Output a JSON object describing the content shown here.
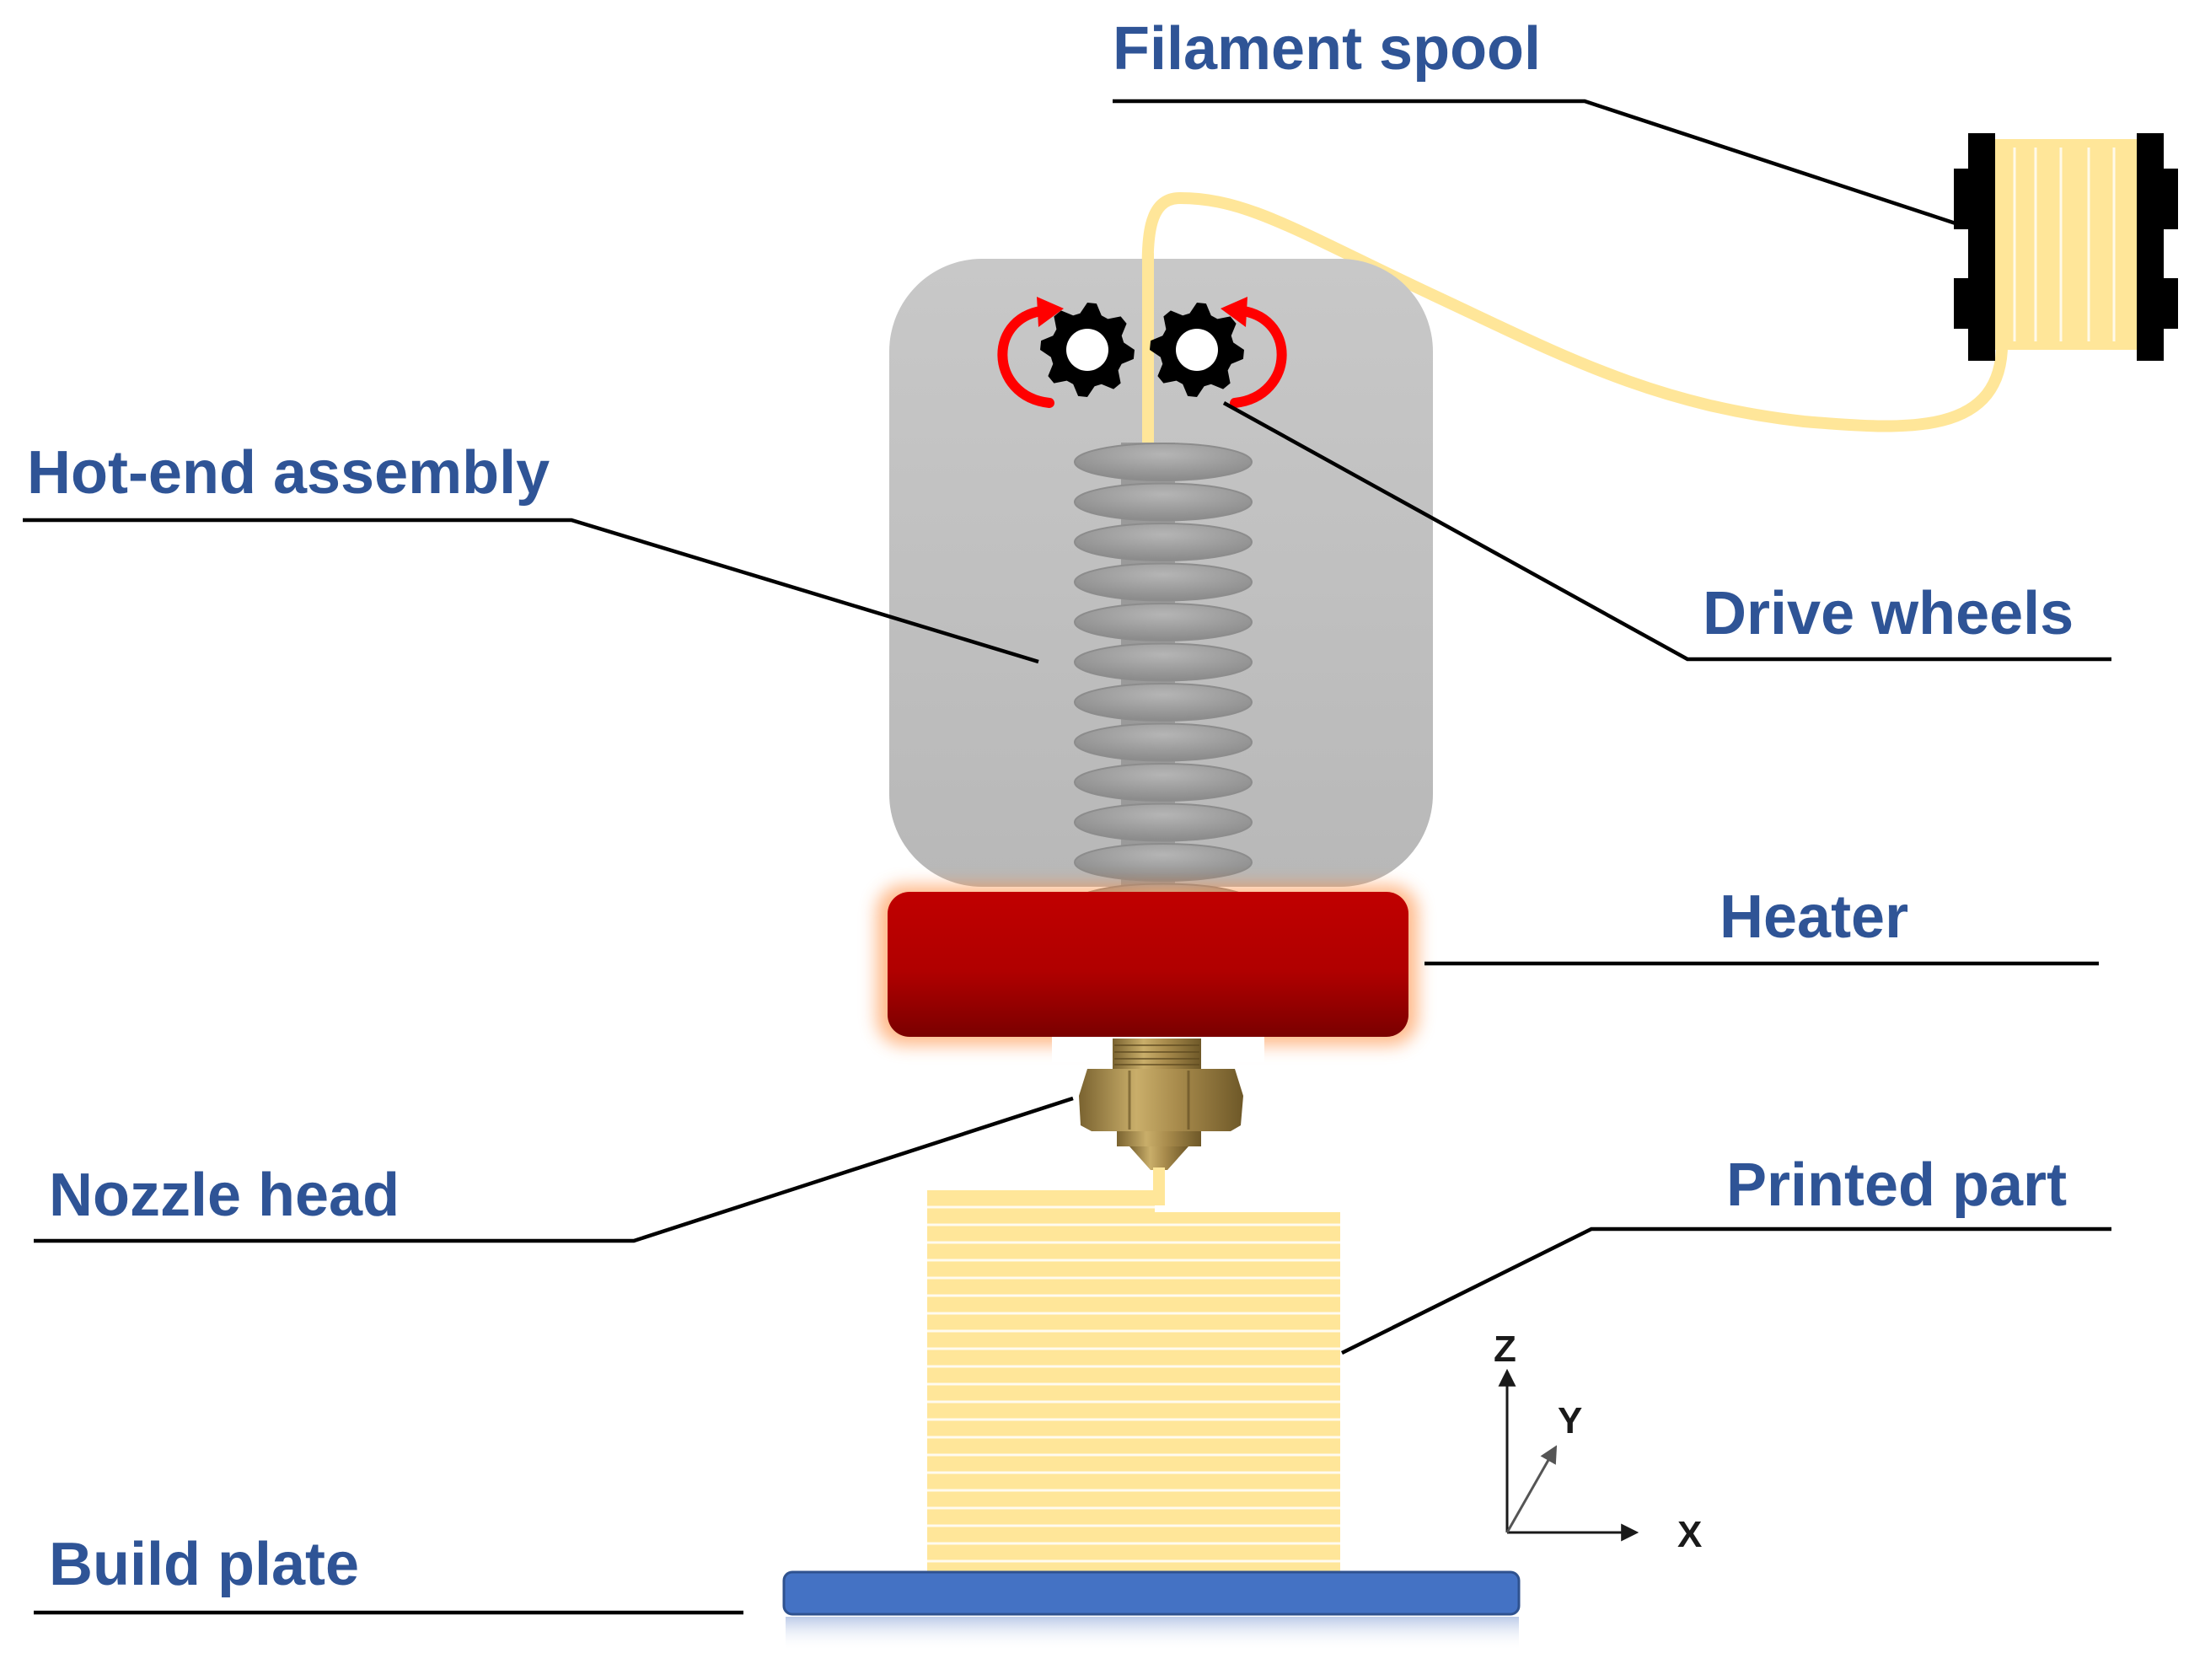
{
  "colors": {
    "label": "#2F5496",
    "leader": "#000000",
    "filament": "#FFE699",
    "housing": "#BFBFBF",
    "heater": "#C00000",
    "plate": "#4472C4",
    "arrow": "#FF0000",
    "brass": "#A88B4C"
  },
  "labels": {
    "filament_spool": "Filament spool",
    "hot_end_assembly": "Hot-end assembly",
    "drive_wheels": "Drive wheels",
    "heater": "Heater",
    "nozzle_head": "Nozzle head",
    "printed_part": "Printed part",
    "build_plate": "Build plate"
  },
  "axes": {
    "z": "Z",
    "y": "Y",
    "x": "X"
  },
  "icons": {
    "drive_wheel_left": "gear-icon",
    "drive_wheel_right": "gear-icon",
    "rotation_left": "rotate-arrow-icon",
    "rotation_right": "rotate-arrow-icon"
  }
}
